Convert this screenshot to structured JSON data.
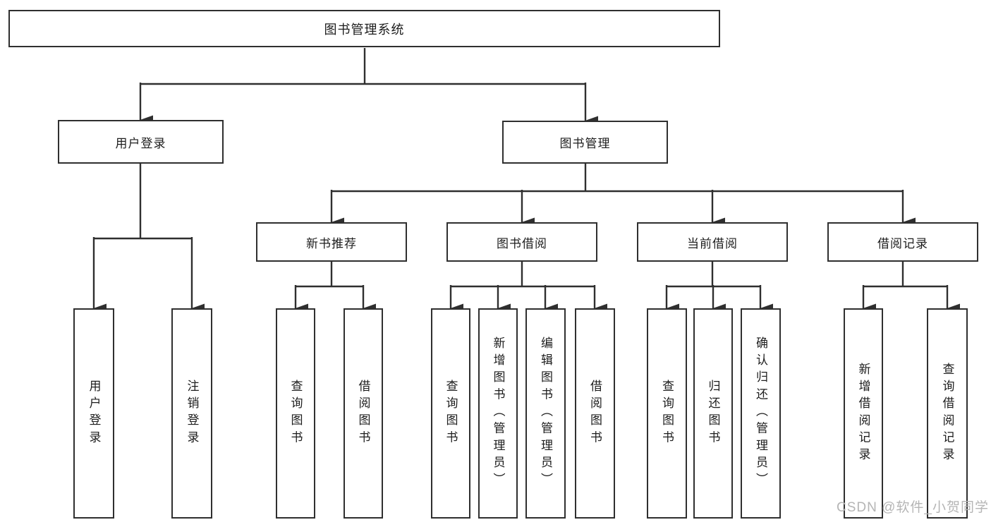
{
  "diagram": {
    "type": "tree",
    "root": {
      "label": "图书管理系统"
    },
    "level2": [
      {
        "label": "用户登录",
        "children": [
          {
            "label": "用户登录"
          },
          {
            "label": "注销登录"
          }
        ]
      },
      {
        "label": "图书管理",
        "children": [
          {
            "label": "新书推荐",
            "children": [
              {
                "label": "查询图书"
              },
              {
                "label": "借阅图书"
              }
            ]
          },
          {
            "label": "图书借阅",
            "children": [
              {
                "label": "查询图书"
              },
              {
                "label": "新增图书（管理员）"
              },
              {
                "label": "编辑图书（管理员）"
              },
              {
                "label": "借阅图书"
              }
            ]
          },
          {
            "label": "当前借阅",
            "children": [
              {
                "label": "查询图书"
              },
              {
                "label": "归还图书"
              },
              {
                "label": "确认归还（管理员）"
              }
            ]
          },
          {
            "label": "借阅记录",
            "children": [
              {
                "label": "新增借阅记录"
              },
              {
                "label": "查询借阅记录"
              }
            ]
          }
        ]
      }
    ]
  },
  "watermark": {
    "text": "CSDN @软件_小贺同学"
  },
  "colors": {
    "line": "#2f2f2f",
    "text": "#1d1d1d",
    "watermark": "#b5b5b5",
    "background": "#ffffff"
  }
}
